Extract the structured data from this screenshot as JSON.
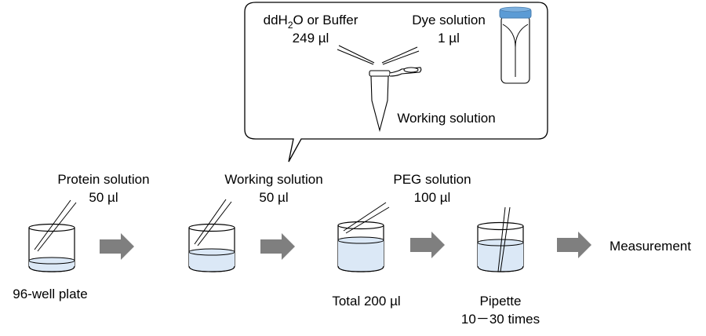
{
  "callout": {
    "water_line1_prefix": "ddH",
    "water_line1_sub": "2",
    "water_line1_suffix": "O or Buffer",
    "water_volume": "249 µl",
    "dye_label": "Dye solution",
    "dye_volume": "1 µl",
    "tube_label": "Working solution"
  },
  "steps": [
    {
      "top_label": "Protein solution",
      "top_volume": "50 µl",
      "bottom_label": "96-well plate",
      "bottom_label2": "",
      "liquid_fill": 0.1
    },
    {
      "top_label": "Working solution",
      "top_volume": "50 µl",
      "bottom_label": "",
      "bottom_label2": "",
      "liquid_fill": 0.3
    },
    {
      "top_label": "PEG solution",
      "top_volume": "100 µl",
      "bottom_label": "Total  200 µl",
      "bottom_label2": "",
      "liquid_fill": 0.6
    },
    {
      "top_label": "",
      "top_volume": "",
      "bottom_label": "Pipette",
      "bottom_label2": "10－30 times",
      "liquid_fill": 0.6
    }
  ],
  "final_label": "Measurement",
  "colors": {
    "liquid": "#dbe8f6",
    "arrow": "#7f7f7f",
    "cap": "#5b9bd5",
    "outline": "#000000"
  }
}
